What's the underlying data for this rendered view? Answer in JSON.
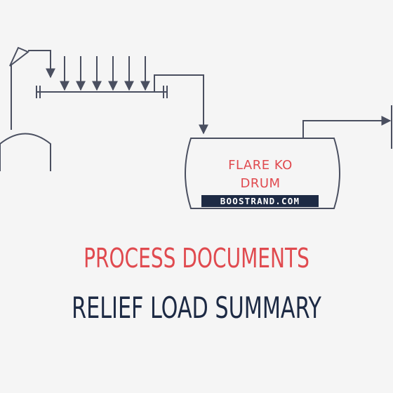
{
  "diagram": {
    "vessel_label_line1": "FLARE KO",
    "vessel_label_line2": "DRUM",
    "brand": "BOOSTRAND.COM"
  },
  "heading": {
    "line1": "PROCESS DOCUMENTS",
    "line2": "RELIEF LOAD SUMMARY"
  },
  "colors": {
    "accent_red": "#e04a4f",
    "navy": "#1d2a44",
    "line_gray": "#4a4f60",
    "background": "#f5f5f5"
  },
  "icons": [
    "arrow-icon",
    "flare-tip-icon"
  ]
}
